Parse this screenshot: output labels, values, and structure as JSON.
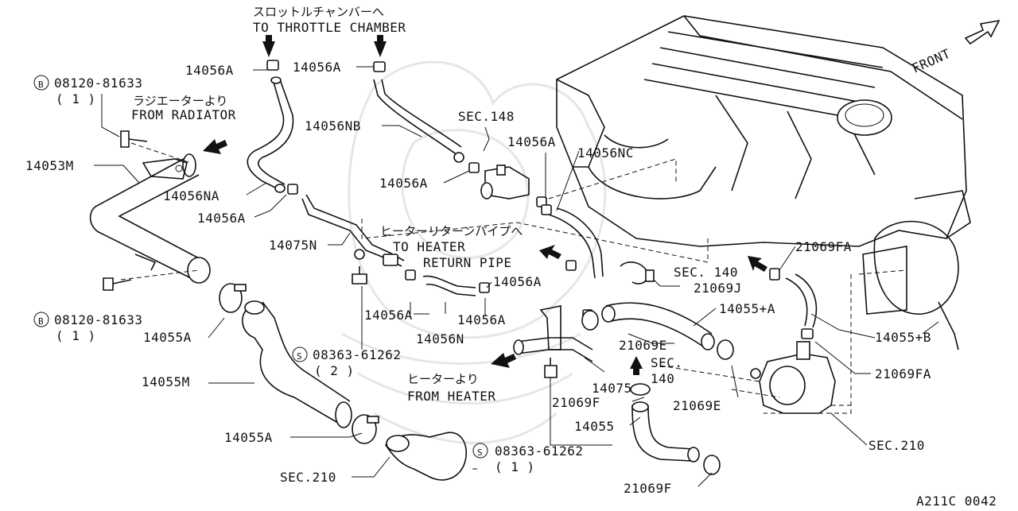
{
  "title_jp": "スロットルチャンバーへ",
  "title_en": "TO THROTTLE CHAMBER",
  "front_label": "FRONT",
  "figure_code": "A211C 0042",
  "callouts": {
    "c14056A_1": "14056A",
    "c14056A_2": "14056A",
    "c14056A_3": "14056A",
    "c14056A_4": "14056A",
    "c14056A_5": "14056A",
    "c14056A_6": "14056A",
    "c14056A_7": "14056A",
    "c14056A_8": "14056A",
    "c14056NB": "14056NB",
    "c14056NA": "14056NA",
    "c14056NC": "14056NC",
    "c14056N": "14056N",
    "c14053M": "14053M",
    "c14075N": "14075N",
    "c14075": "14075",
    "c14055M": "14055M",
    "c14055A_1": "14055A",
    "c14055A_2": "14055A",
    "c14055": "14055",
    "c14055pA": "14055+A",
    "c14055pB": "14055+B",
    "c21069FA_1": "21069FA",
    "c21069FA_2": "21069FA",
    "c21069J": "21069J",
    "c21069E_1": "21069E",
    "c21069E_2": "21069E",
    "c21069F_1": "21069F",
    "c21069F_2": "21069F",
    "sec148": "SEC.148",
    "sec140_1": "SEC. 140",
    "sec140_2a": "SEC.",
    "sec140_2b": "140",
    "sec210_1": "SEC.210",
    "sec210_2": "SEC.210",
    "bolt_b1": "08120-81633",
    "bolt_b1_qty": "( 1 )",
    "bolt_b2": "08120-81633",
    "bolt_b2_qty": "( 1 )",
    "bolt_s1": "08363-61262",
    "bolt_s1_qty": "( 2 )",
    "bolt_s2": "08363-61262",
    "bolt_s2_qty": "( 1 )",
    "b_symbol": "B",
    "s_symbol": "S"
  },
  "notes": {
    "from_radiator_jp": "ラジエーターより",
    "from_radiator_en": "FROM RADIATOR",
    "to_heater_jp": "ヒーターリターンパイプへ",
    "to_heater_en1": "TO HEATER",
    "to_heater_en2": "RETURN PIPE",
    "from_heater_jp": "ヒーターより",
    "from_heater_en": "FROM HEATER"
  }
}
